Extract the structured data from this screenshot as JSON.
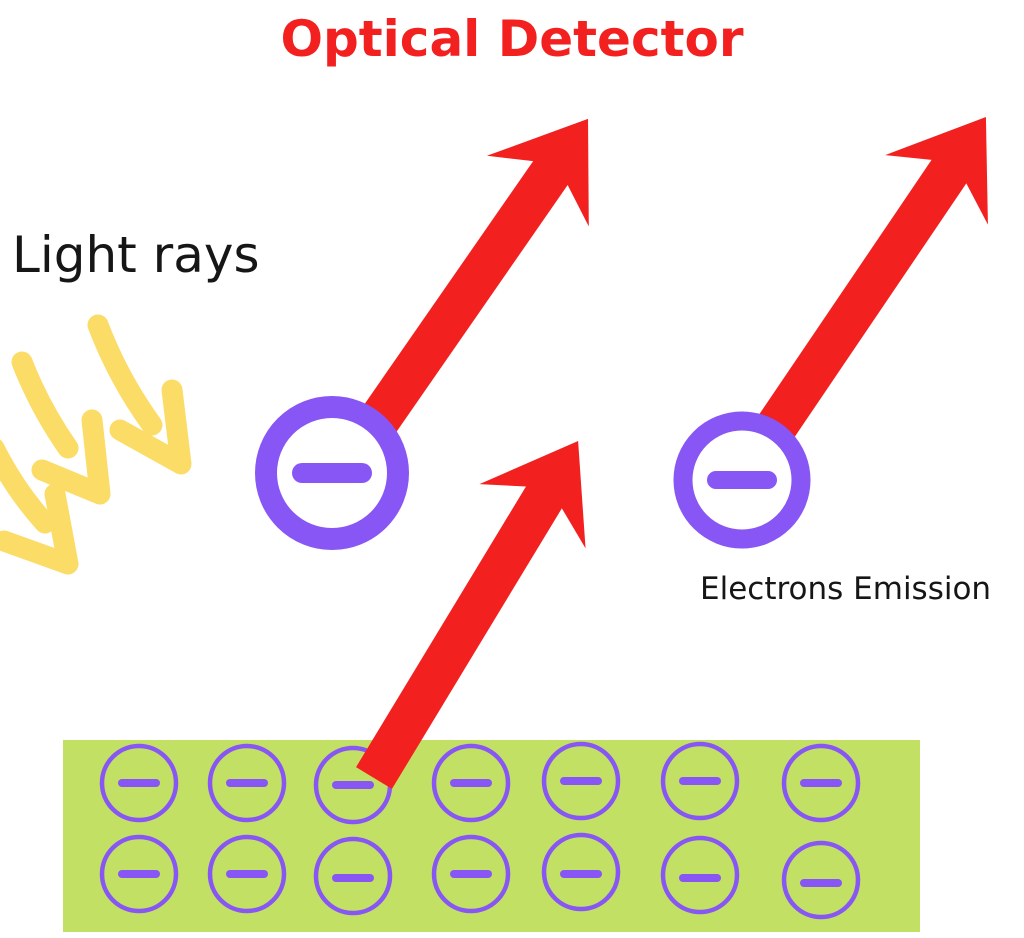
{
  "title": "Optical Detector",
  "labels": {
    "light_rays": "Light rays",
    "electrons_emission": "Electrons Emission"
  },
  "colors": {
    "red": "#F32020",
    "purple": "#8756F5",
    "green": "#C2E063",
    "yellow": "#FBDC66",
    "text": "#161616",
    "background": "#FFFFFF"
  },
  "diagram": {
    "type": "photoelectric-effect",
    "light_ray_arrows": 3,
    "emission_arrows": 3,
    "free_electrons": 2,
    "plate_electron_rows": 2,
    "plate_electron_columns": 7
  }
}
